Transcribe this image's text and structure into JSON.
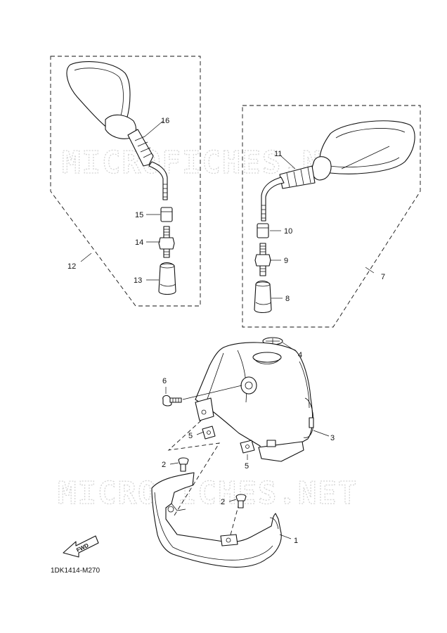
{
  "watermark": "MICROFICHES.NET",
  "reference_code": "1DK1414-M270",
  "fwd_label": "FWD",
  "callouts": {
    "c1": "1",
    "c2a": "2",
    "c2b": "2",
    "c3": "3",
    "c4": "4",
    "c5a": "5",
    "c5b": "5",
    "c6": "6",
    "c7": "7",
    "c8": "8",
    "c9": "9",
    "c10": "10",
    "c11": "11",
    "c12": "12",
    "c13": "13",
    "c14": "14",
    "c15": "15",
    "c16": "16"
  }
}
